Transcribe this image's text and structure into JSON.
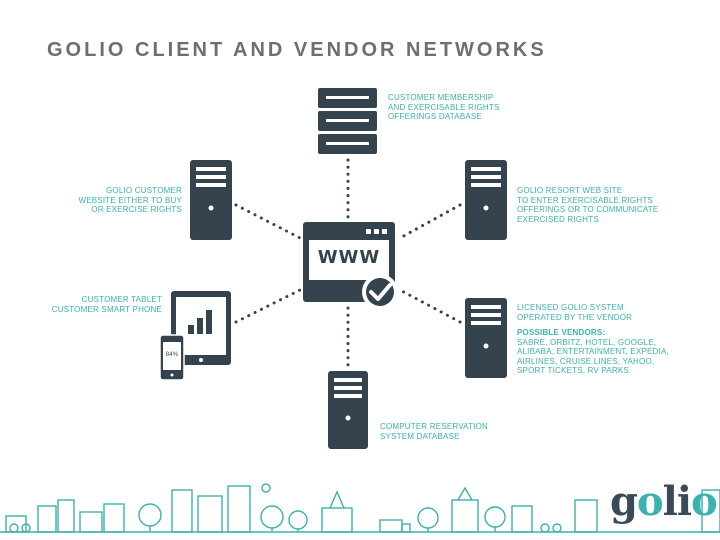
{
  "title": "GOLIO CLIENT AND VENDOR NETWORKS",
  "hub": {
    "label": "WWW"
  },
  "nodes": {
    "membership_db": {
      "lines": [
        "CUSTOMER MEMBERSHIP",
        "AND EXERCISABLE RIGHTS",
        "OFFERINGS DATABASE"
      ]
    },
    "customer_website": {
      "lines": [
        "GOLIO CUSTOMER",
        "WEBSITE EITHER TO BUY",
        "OR EXERCISE RIGHTS"
      ]
    },
    "resort_site": {
      "lines": [
        "GOLIO RESORT WEB SITE",
        "TO ENTER EXERCISABLE RIGHTS",
        "OFFERINGS OR TO COMMUNICATE",
        "EXERCISED RIGHTS"
      ]
    },
    "tablet_phone": {
      "lines": [
        "CUSTOMER TABLET",
        "CUSTOMER SMART PHONE"
      ],
      "phone_readout": "84%"
    },
    "licensed_system": {
      "lines": [
        "LICENSED GOLIO SYSTEM",
        "OPERATED BY THE VENDOR"
      ],
      "vendors_heading": "POSSIBLE VENDORS:",
      "vendors_lines": [
        "SABRE, ORBITZ, HOTEL, GOOGLE,",
        "ALIBABA, ENTERTAINMENT, EXPEDIA,",
        "AIRLINES, CRUISE LINES, YAHOO,",
        "SPORT TICKETS, RV PARKS"
      ]
    },
    "reservation_db": {
      "lines": [
        "COMPUTER RESERVATION",
        "SYSTEM DATABASE"
      ]
    }
  },
  "logo": {
    "text_before": "g",
    "text_o1": "o",
    "text_mid": "li",
    "text_o2": "o"
  },
  "colors": {
    "dark": "#35434f",
    "accent": "#3bb2ad",
    "title": "#6d6e70"
  }
}
